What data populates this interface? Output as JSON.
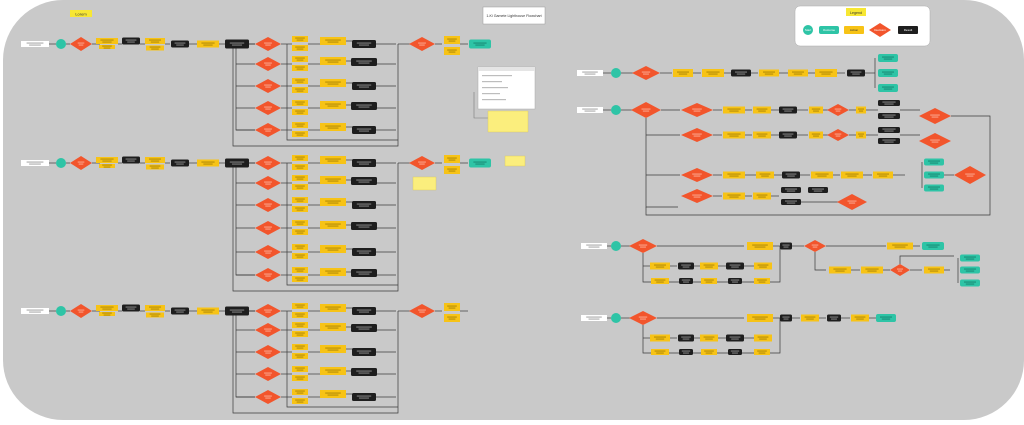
{
  "board": {
    "sticky_label": "Lorem",
    "title": "1-Ki Gamete Lighthouse Flowchart",
    "legend": {
      "title": "Legend",
      "items": [
        {
          "label": "Start",
          "kind": "start"
        },
        {
          "label": "Outcome",
          "kind": "outcome"
        },
        {
          "label": "Action",
          "kind": "action"
        },
        {
          "label": "Decision",
          "kind": "decision"
        },
        {
          "label": "Result",
          "kind": "result"
        }
      ]
    }
  },
  "colors": {
    "canvas": "#c9c9c9",
    "start": "#2ec4a6",
    "action": "#f7c316",
    "decision": "#f2552c",
    "result": "#1e1e1e",
    "sticky": "#fbee7d",
    "connector": "#3a3a3a"
  }
}
